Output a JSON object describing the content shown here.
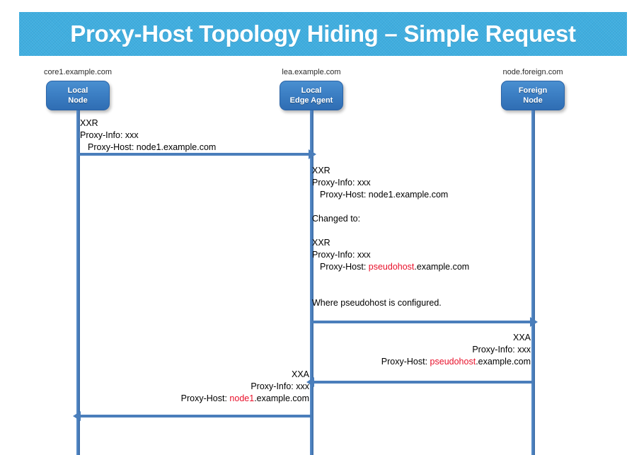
{
  "title": "Proxy-Host Topology Hiding – Simple Request",
  "colors": {
    "banner": "#3FAEE0",
    "node_box": "#3C7FC4",
    "lifeline": "#4A7EBB",
    "highlight_red": "#E8102A",
    "text": "#000000"
  },
  "participants": [
    {
      "host": "core1.example.com",
      "name_line1": "Local",
      "name_line2": "Node"
    },
    {
      "host": "lea.example.com",
      "name_line1": "Local",
      "name_line2": "Edge Agent"
    },
    {
      "host": "node.foreign.com",
      "name_line1": "Foreign",
      "name_line2": "Node"
    }
  ],
  "messages": [
    {
      "id": "request-local-to-lea",
      "direction": "right",
      "from": "core1.example.com",
      "to": "lea.example.com",
      "align": "left",
      "lines": [
        {
          "text": "XXR"
        },
        {
          "text": "Proxy-Info: xxx"
        },
        {
          "text": "Proxy-Host: node1.example.com",
          "indent": true
        }
      ]
    },
    {
      "id": "lea-processing-note",
      "direction": "none",
      "align": "left",
      "lines": [
        {
          "text": "XXR"
        },
        {
          "text": "Proxy-Info: xxx"
        },
        {
          "text": "Proxy-Host: node1.example.com",
          "indent": true
        },
        {
          "spacer": true
        },
        {
          "text": "Changed to:"
        },
        {
          "spacer": true
        },
        {
          "text": "XXR"
        },
        {
          "text": "Proxy-Info: xxx"
        },
        {
          "prefix": "Proxy-Host: ",
          "highlight": "pseudohost",
          "suffix": ".example.com",
          "indent": true
        },
        {
          "spacer": true
        },
        {
          "spacer": true
        },
        {
          "text": "Where pseudohost is configured."
        }
      ]
    },
    {
      "id": "request-lea-to-foreign",
      "direction": "right",
      "from": "lea.example.com",
      "to": "node.foreign.com",
      "align": "left",
      "lines": []
    },
    {
      "id": "answer-foreign-to-lea",
      "direction": "left",
      "from": "node.foreign.com",
      "to": "lea.example.com",
      "align": "right",
      "lines": [
        {
          "text": "XXA"
        },
        {
          "text": "Proxy-Info: xxx"
        },
        {
          "prefix": "Proxy-Host: ",
          "highlight": "pseudohost",
          "suffix": ".example.com"
        }
      ]
    },
    {
      "id": "answer-lea-to-local",
      "direction": "left",
      "from": "lea.example.com",
      "to": "core1.example.com",
      "align": "right",
      "lines": [
        {
          "text": "XXA"
        },
        {
          "text": "Proxy-Info: xxx"
        },
        {
          "prefix": "Proxy-Host: ",
          "highlight": "node1",
          "suffix": ".example.com"
        }
      ]
    }
  ]
}
